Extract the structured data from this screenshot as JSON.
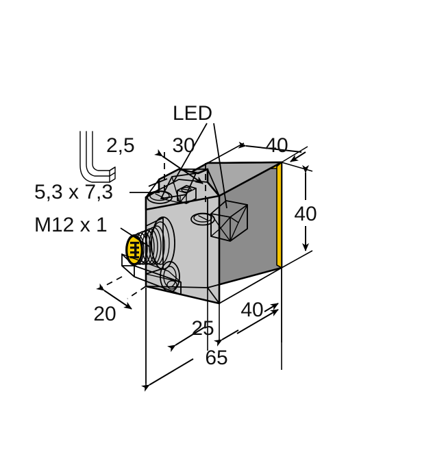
{
  "drawing": {
    "title": "Inductive sensor dimensional drawing",
    "view": "isometric",
    "background_color": "#ffffff",
    "line_color": "#000000"
  },
  "colors": {
    "body_front_face": "#8c8c8c",
    "body_top_face": "#a8a8a8",
    "body_side_face": "#c8c8c8",
    "body_side_light": "#d8d8d8",
    "accent_yellow": "#f5c400",
    "connector_yellow": "#f5cc00",
    "led_white": "#f4f4f4",
    "led_shade": "#d9d9d9",
    "outline": "#000000"
  },
  "labels": {
    "led": "LED",
    "hex_key_size": "2,5",
    "slot_size": "5,3 x 7,3",
    "thread": "M12 x 1"
  },
  "dimensions": {
    "top_offset": "30",
    "depth_top": "40",
    "height_right": "40",
    "front_offset": "20",
    "mount_spacing": "25",
    "body_length": "40",
    "overall_length": "65"
  },
  "icons": {
    "hex_key": "hex-key-icon",
    "led_indicator": "led-indicator-icon",
    "m12_connector": "m12-connector-icon",
    "mounting_slot": "mounting-slot-icon",
    "hex_bolt": "hex-bolt-icon"
  }
}
